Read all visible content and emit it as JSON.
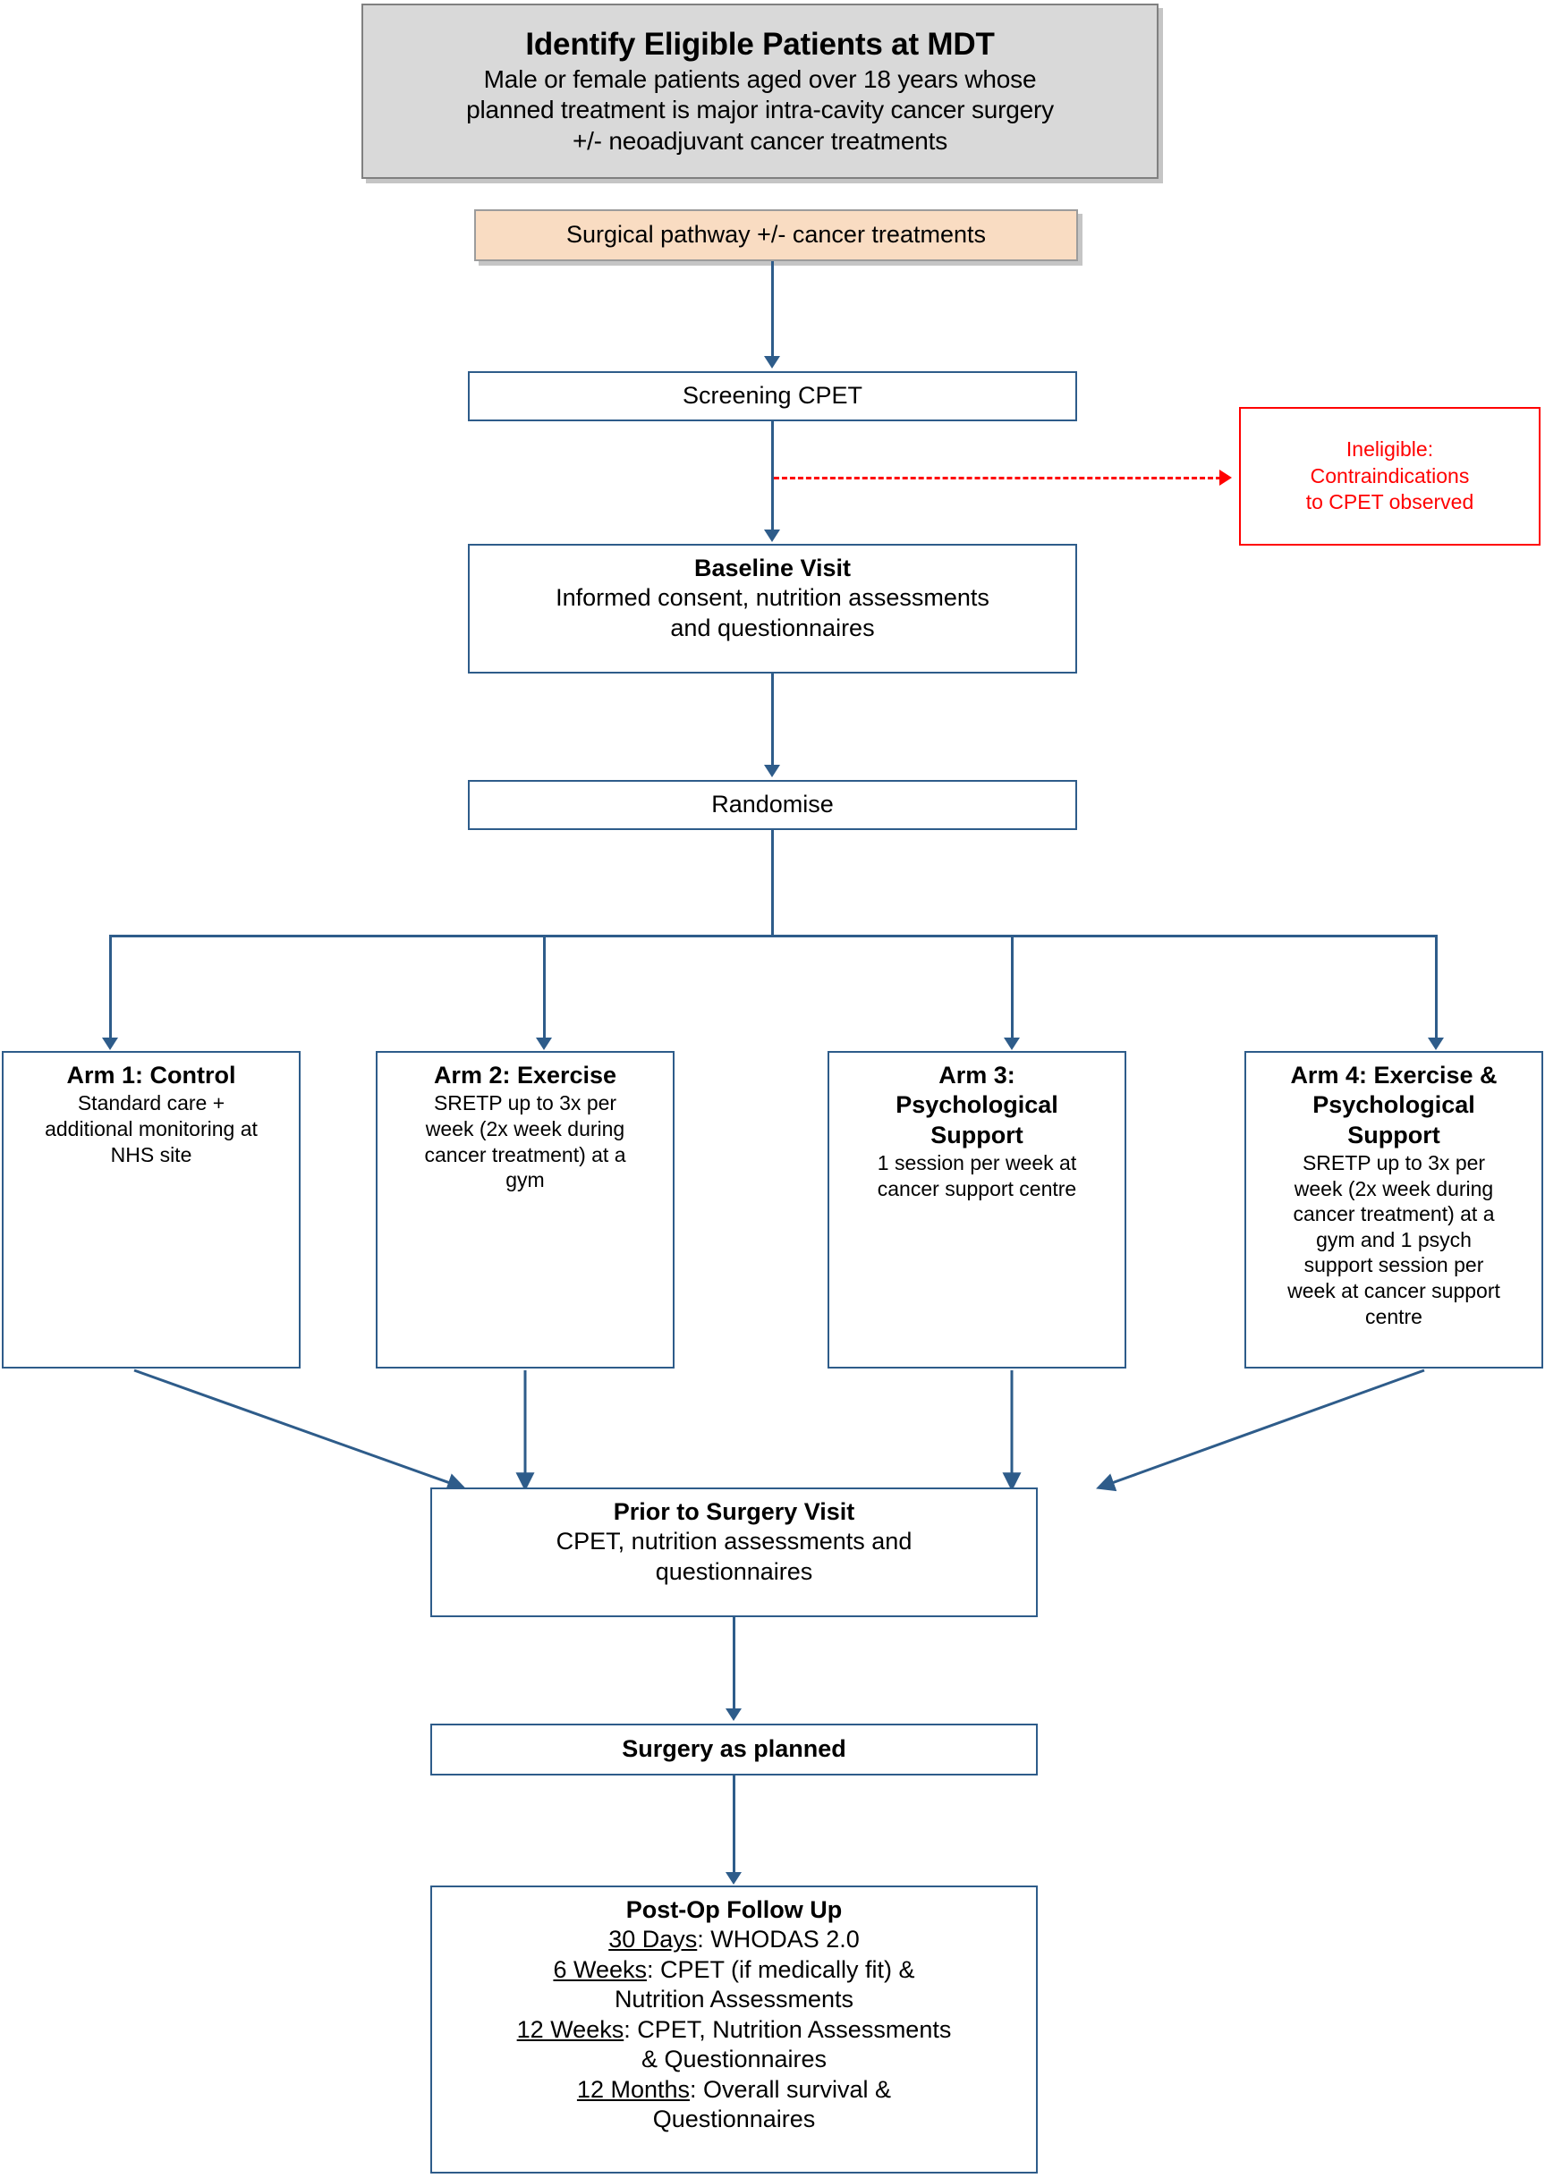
{
  "colors": {
    "navy": "#2E5C8A",
    "red": "#FF0000",
    "grey_fill": "#D9D9D9",
    "grey_border": "#808080",
    "peach_fill": "#F9DCC2",
    "peach_border": "#9C9C9C"
  },
  "nodes": {
    "identify": {
      "title": "Identify Eligible Patients at MDT",
      "line1": "Male or female patients aged over 18 years whose",
      "line2": "planned treatment is major intra-cavity cancer surgery",
      "line3": "+/- neoadjuvant cancer treatments"
    },
    "surgical_pathway": {
      "title": "Surgical pathway +/- cancer treatments"
    },
    "screening": {
      "title": "Screening CPET"
    },
    "ineligible": {
      "line1": "Ineligible:",
      "line2": "Contraindications",
      "line3": "to CPET observed"
    },
    "baseline": {
      "title": "Baseline Visit",
      "line1": "Informed consent, nutrition assessments",
      "line2": "and questionnaires"
    },
    "randomise": {
      "title": "Randomise"
    },
    "arm1": {
      "title": "Arm 1: Control",
      "line1": "Standard care +",
      "line2": "additional monitoring at",
      "line3": "NHS site"
    },
    "arm2": {
      "title": "Arm 2: Exercise",
      "line1": "SRETP up to 3x per",
      "line2": "week (2x week during",
      "line3": "cancer treatment) at a",
      "line4": "gym"
    },
    "arm3": {
      "title_line1": "Arm 3:",
      "title_line2": "Psychological",
      "title_line3": "Support",
      "line1": "1 session per week at",
      "line2": "cancer support centre"
    },
    "arm4": {
      "title_line1": "Arm 4: Exercise &",
      "title_line2": "Psychological",
      "title_line3": "Support",
      "line1": "SRETP up to 3x per",
      "line2": "week (2x week during",
      "line3": "cancer treatment) at a",
      "line4": "gym and 1 psych",
      "line5": "support session per",
      "line6": "week at cancer support",
      "line7": "centre"
    },
    "prior_surgery": {
      "title": "Prior to Surgery Visit",
      "line1": "CPET, nutrition assessments and",
      "line2": "questionnaires"
    },
    "surgery": {
      "title": "Surgery as planned"
    },
    "followup": {
      "title": "Post-Op Follow Up",
      "rows": [
        {
          "label": "30 Days",
          "text": ": WHODAS 2.0"
        },
        {
          "label": "6 Weeks",
          "text": ": CPET (if medically fit) &"
        },
        {
          "label": "",
          "text": "Nutrition Assessments"
        },
        {
          "label": "12 Weeks",
          "text": ": CPET, Nutrition Assessments"
        },
        {
          "label": "",
          "text": "& Questionnaires"
        },
        {
          "label": "12 Months",
          "text": ": Overall survival &"
        },
        {
          "label": "",
          "text": "Questionnaires"
        }
      ]
    }
  }
}
